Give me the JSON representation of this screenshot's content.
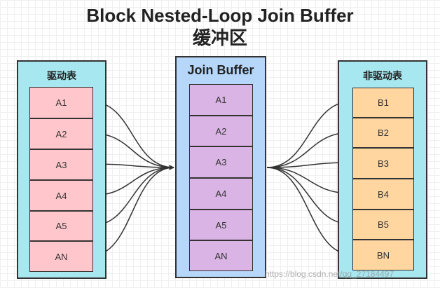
{
  "title": {
    "line1": "Block Nested-Loop Join Buffer",
    "line2": "缓冲区"
  },
  "driver_table": {
    "label": "驱动表",
    "rows": [
      "A1",
      "A2",
      "A3",
      "A4",
      "A5",
      "AN"
    ]
  },
  "join_buffer": {
    "label": "Join Buffer",
    "rows": [
      "A1",
      "A2",
      "A3",
      "A4",
      "A5",
      "AN"
    ]
  },
  "inner_table": {
    "label": "非驱动表",
    "rows": [
      "B1",
      "B2",
      "B3",
      "B4",
      "B5",
      "BN"
    ]
  },
  "watermark": "https://blog.csdn.net/qq_27184497",
  "colors": {
    "panel_cyan": "#a7e7f0",
    "panel_blue": "#b6d7fa",
    "cell_pink": "#ffc7cc",
    "cell_purple": "#d9b4e4",
    "cell_orange": "#ffd6a0",
    "stroke": "#333333"
  }
}
